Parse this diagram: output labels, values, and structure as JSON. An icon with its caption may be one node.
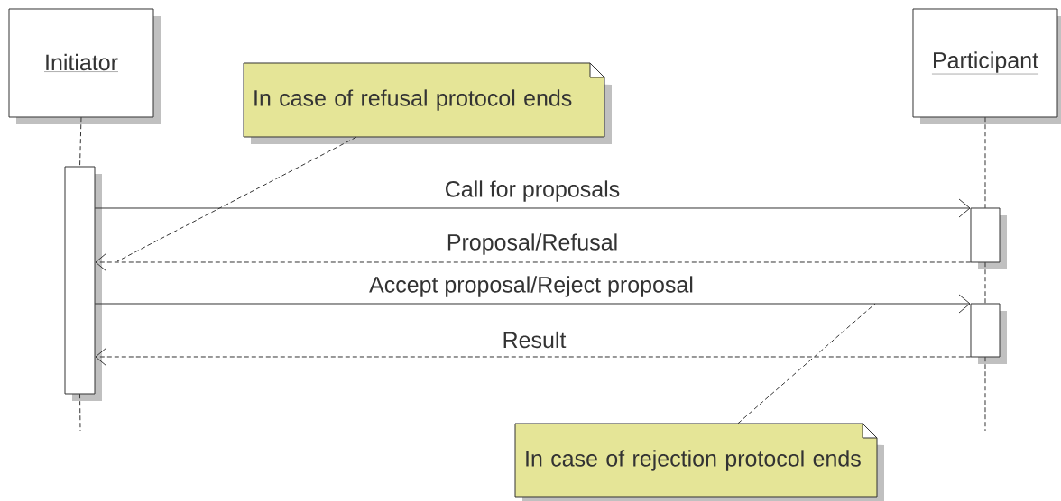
{
  "diagram": {
    "nodes": [
      {
        "text": [
          "Initiator"
        ]
      },
      {
        "text": [
          "In case of refusal protocol ends"
        ]
      },
      {
        "text": [
          "Participant"
        ]
      },
      {
        "text": [],
        "shape": "bar"
      },
      {
        "text": [],
        "shape": "bar"
      },
      {
        "text": [],
        "shape": "bar"
      },
      {
        "text": [
          "In case of rejection protocol ends"
        ]
      }
    ],
    "edges": [
      {
        "from": 0,
        "to": 3,
        "arrow": "none",
        "style": "dashed"
      },
      {
        "from": 3,
        "to": null,
        "arrow": "none",
        "style": "dashed"
      },
      {
        "from": 2,
        "to": 4,
        "arrow": "none",
        "style": "dashed"
      },
      {
        "from": 4,
        "to": 5,
        "arrow": "none",
        "style": "dashed"
      },
      {
        "from": 5,
        "to": null,
        "arrow": "none",
        "style": "dashed"
      },
      {
        "from": 3,
        "to": 4,
        "arrow": "to",
        "label": "Call for proposals"
      },
      {
        "from": 4,
        "to": 3,
        "arrow": "to",
        "label": "Proposal/Refusal",
        "style": "dashed"
      },
      {
        "from": 3,
        "to": 5,
        "arrow": "to",
        "label": "Accept proposal/Reject proposal"
      },
      {
        "from": 5,
        "to": 3,
        "arrow": "to",
        "label": "Result",
        "style": "dashed"
      },
      {
        "from": 1,
        "to": null,
        "arrow": "none",
        "style": "dashed"
      },
      {
        "from": 6,
        "to": null,
        "arrow": "none",
        "style": "dashed"
      }
    ]
  }
}
